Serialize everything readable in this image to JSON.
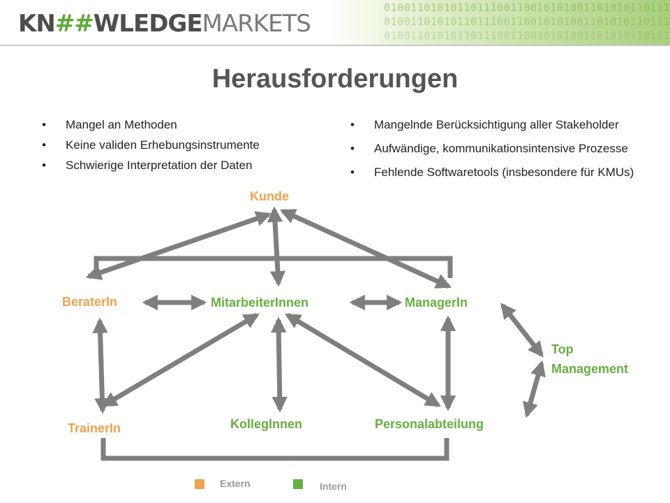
{
  "header": {
    "logo_prefix": "KN",
    "logo_mark": "##",
    "logo_mid": "WLEDGE",
    "logo_suffix": "MARKETS",
    "binary_lines": [
      "0100110101011011100110010101001101010110111",
      "0100110101011011100110010101001101010110111",
      "0100110101011011100110010101001101010110111"
    ]
  },
  "title": "Herausforderungen",
  "bullets_left": [
    "Mangel an Methoden",
    "Keine validen Erhebungsinstrumente",
    "Schwierige Interpretation der Daten"
  ],
  "bullets_right": [
    "Mangelnde Berücksichtigung aller Stakeholder",
    "Aufwändige, kommunikationsintensive Prozesse",
    "Fehlende Softwaretools (insbesondere für KMUs)"
  ],
  "nodes": {
    "kunde": "Kunde",
    "berater": "BeraterIn",
    "mitarbeiter": "MitarbeiterInnen",
    "manager": "ManagerIn",
    "top_management_1": "Top",
    "top_management_2": "Management",
    "trainer": "TrainerIn",
    "kollegen": "KollegInnen",
    "personal": "Personalabteilung"
  },
  "legend": {
    "extern": "Extern",
    "intern": "Intern"
  },
  "colors": {
    "extern": "#f0a34d",
    "intern": "#66b040",
    "arrow": "#7f7f7f"
  }
}
